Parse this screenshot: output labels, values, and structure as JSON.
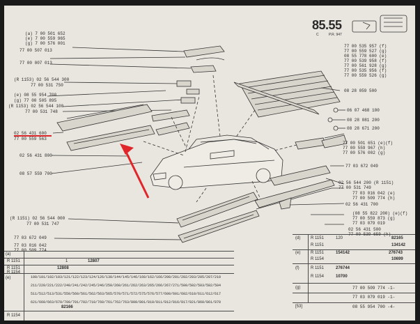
{
  "header": {
    "page_number": "85.55",
    "page_code": "C",
    "page_ref": "P.R. 947"
  },
  "left_refs": {
    "r1": "(a) 7 00 501 652",
    "r2": "(e) 7 00 559 965",
    "r3": "(g) 7 00 576 001",
    "r4": "77 00 507 013",
    "r5": "77 00 007 013",
    "r6": "(R 1153) 02 56 544 300",
    "r7": "77 00 531 750",
    "r8": "(e) 08 55 954 700",
    "r9": "(g) 77 00 505 895",
    "r10": "(R 1153) 02 56 544 100",
    "r11": "77 00 531 748",
    "r12": "02 56 431 600",
    "r13": "77 00 559 563",
    "r14": "02 56 431 800",
    "r15": "08 57 559 700",
    "r16": "(R 1151) 02 56 544 000",
    "r17": "77 00 531 747",
    "r18": "77 03 672 049",
    "r19": "77 03 016 042",
    "r20": "77 00 509 774"
  },
  "right_refs": {
    "t1": "77 00 535 957 (f)",
    "t2": "77 00 559 527 (g)",
    "t3": "08 55 778 600 (e)",
    "t4": "77 00 539 958 (f)",
    "t5": "77 00 561 928 (g)",
    "t6": "77 00 535 956 (f)",
    "t7": "77 00 559 526 (g)",
    "t8": "08 28 059 500",
    "t9": "06 07 468 100",
    "t10": "08 28 081 200",
    "t11": "08 28 671 200",
    "t12": "77 00 501 651 (e)(f)",
    "t13": "77 00 559 967 (h)",
    "t14": "77 00 576 002 (g)",
    "t15": "77 03 672 049",
    "t16": "02 56 544 200 (R 1151)",
    "t17": "77 00 531 749",
    "t18": "77 03 016 042 (e)",
    "t19": "77 00 509 774 (h)",
    "t20": "02 56 431 700",
    "t21": "(08 55 822 200) (e)(f)",
    "t22": "77 00 559 873 (g)",
    "t23": "77 03 079 019",
    "t24": "02 56 431 500",
    "t25": "77 00 539 659 (h)"
  },
  "annotation": {
    "underline_color": "#d8262a",
    "arrow_color": "#e0262a"
  },
  "bottom_left": {
    "row1": "(a)",
    "row2_a": "R 1151",
    "row2_b": "1",
    "row2_c": "12807",
    "row3_a": "R 1151",
    "row3_b": "12808",
    "row3_c": "(e)",
    "row4_a": "R 1154",
    "numbers": [
      "100/101/102/103/121/122/123/124/126/130/144/145/146/160/162/166/200/201/202/203/205/207/210",
      "211/220/221/222/240/241/242/245/246/250/260/261/262/263/265/266/267/271/500/502/503/582/504",
      "511/512/513/531/550/560/561/562/563/565/570/571/572/575/576/577/600/601/602/610/611/612/617",
      "621/660/663/670/700/701/702/710/760/761/762/763/800/801/810/811/812/816/817/821/860/861/870"
    ],
    "code1": "82166",
    "row5_a": "R 1154"
  },
  "bottom_right": {
    "rows": [
      {
        "k": "(d)",
        "m": "R 1151",
        "n": "120",
        "v": "82165"
      },
      {
        "k": "",
        "m": "R 1151",
        "n": "",
        "v": "134142"
      },
      {
        "k": "(e)",
        "m": "R 1151",
        "n": "154142",
        "v": "276743"
      },
      {
        "k": "",
        "m": "R 1154",
        "n": "",
        "v": "10699"
      },
      {
        "k": "(f)",
        "m": "R 1151",
        "n": "276744",
        "v": ""
      },
      {
        "k": "",
        "m": "R 1154",
        "n": "10700",
        "v": ""
      }
    ],
    "footer": [
      {
        "k": "(g)",
        "v": "77 00 509 774 -1-"
      },
      {
        "k": "",
        "v": "77 03 079 019 -1-"
      },
      {
        "k": "[53]",
        "v": "08 55 954 700 -4-"
      }
    ]
  }
}
